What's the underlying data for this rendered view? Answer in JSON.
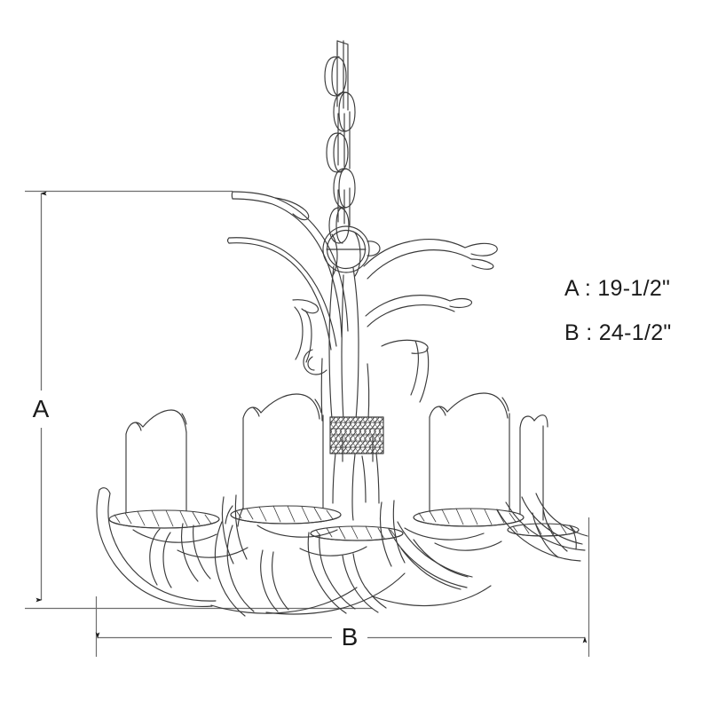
{
  "diagram": {
    "title": "Antler chandelier dimensioned line drawing",
    "subject": "antler-chandelier",
    "background_color": "#ffffff",
    "line_color": "#3a3a3a",
    "text_color": "#1b1b1b"
  },
  "dimensions": {
    "vertical": {
      "label": "A",
      "value": "19-1/2\"",
      "legend_text": "A : 19-1/2\"",
      "orientation": "vertical",
      "describes": "overall height"
    },
    "horizontal": {
      "label": "B",
      "value": "24-1/2\"",
      "legend_text": "B : 24-1/2\"",
      "orientation": "horizontal",
      "describes": "overall width"
    }
  },
  "legend": {
    "lines": [
      "A : 19-1/2\"",
      "B : 24-1/2\""
    ]
  },
  "parts": {
    "chain": "hanging-chain",
    "ring": "suspension-ring",
    "body": "antler-body",
    "band": "rope-wrapped-band",
    "candles": 5,
    "bobeches": 5,
    "arms": "antler-arms"
  }
}
